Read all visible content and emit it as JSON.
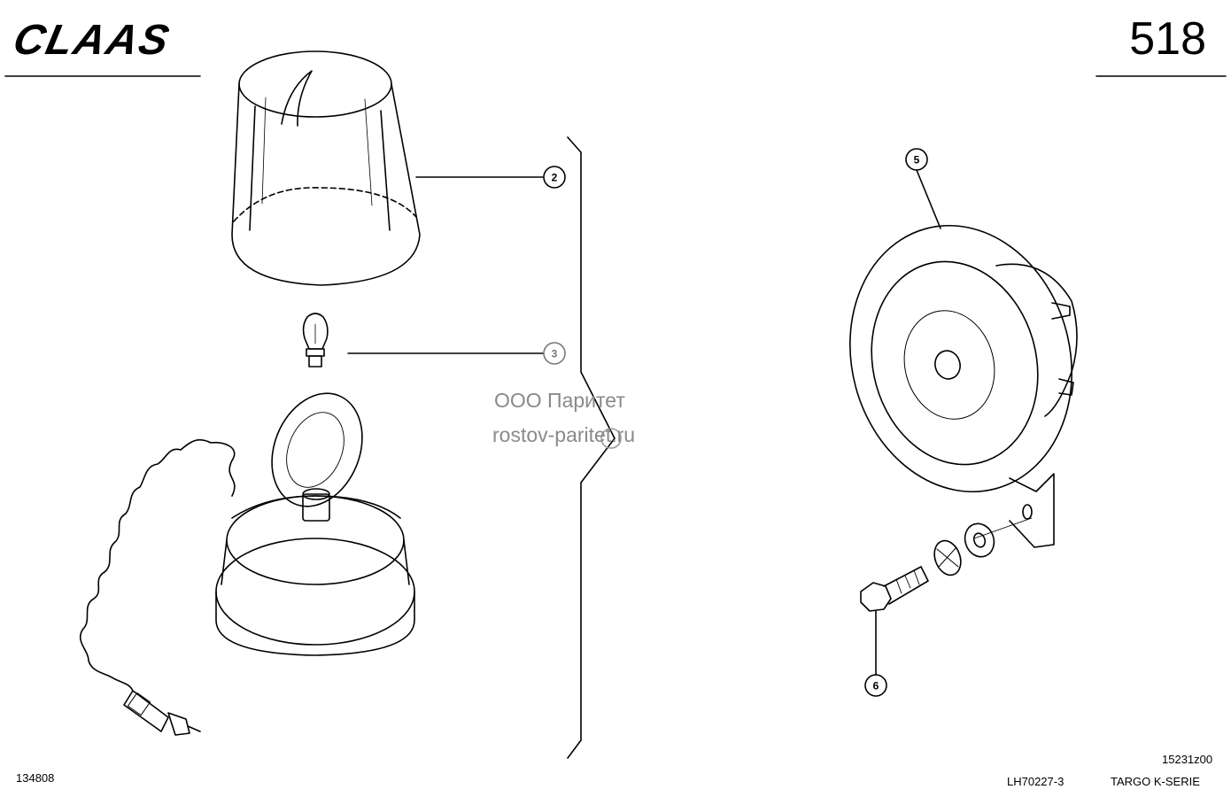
{
  "header": {
    "brand": "CLAAS",
    "page_number": "518"
  },
  "callouts": [
    {
      "id": "2",
      "label": "2"
    },
    {
      "id": "3",
      "label": "3"
    },
    {
      "id": "5",
      "label": "5"
    },
    {
      "id": "6",
      "label": "6"
    }
  ],
  "watermark": {
    "line1": "ООО Паритет",
    "line2": "rostov-paritet.ru"
  },
  "footer": {
    "left_number": "134808",
    "drawing_code": "LH70227-3",
    "figure_code": "15231z00",
    "series": "TARGO K-SERIE"
  }
}
